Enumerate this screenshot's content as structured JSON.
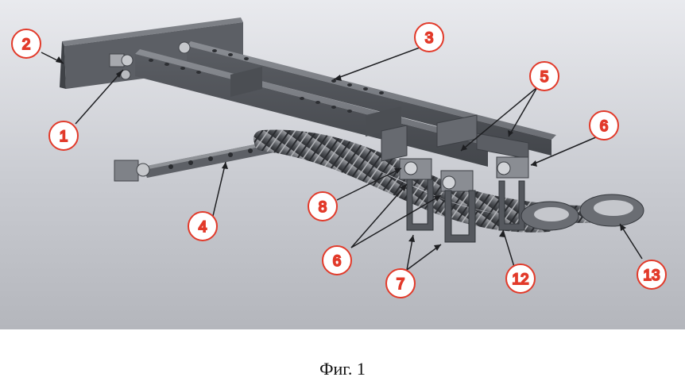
{
  "figure": {
    "caption": "Фиг. 1",
    "accent_color": "#e23a2a",
    "callouts": [
      {
        "id": "c2a",
        "label": "2"
      },
      {
        "id": "c3",
        "label": "3"
      },
      {
        "id": "c1",
        "label": "1"
      },
      {
        "id": "c5",
        "label": "5"
      },
      {
        "id": "c6a",
        "label": "6"
      },
      {
        "id": "c8",
        "label": "8"
      },
      {
        "id": "c4",
        "label": "4"
      },
      {
        "id": "c6b",
        "label": "6"
      },
      {
        "id": "c7",
        "label": "7"
      },
      {
        "id": "c12",
        "label": "12"
      },
      {
        "id": "c13",
        "label": "13"
      }
    ]
  }
}
